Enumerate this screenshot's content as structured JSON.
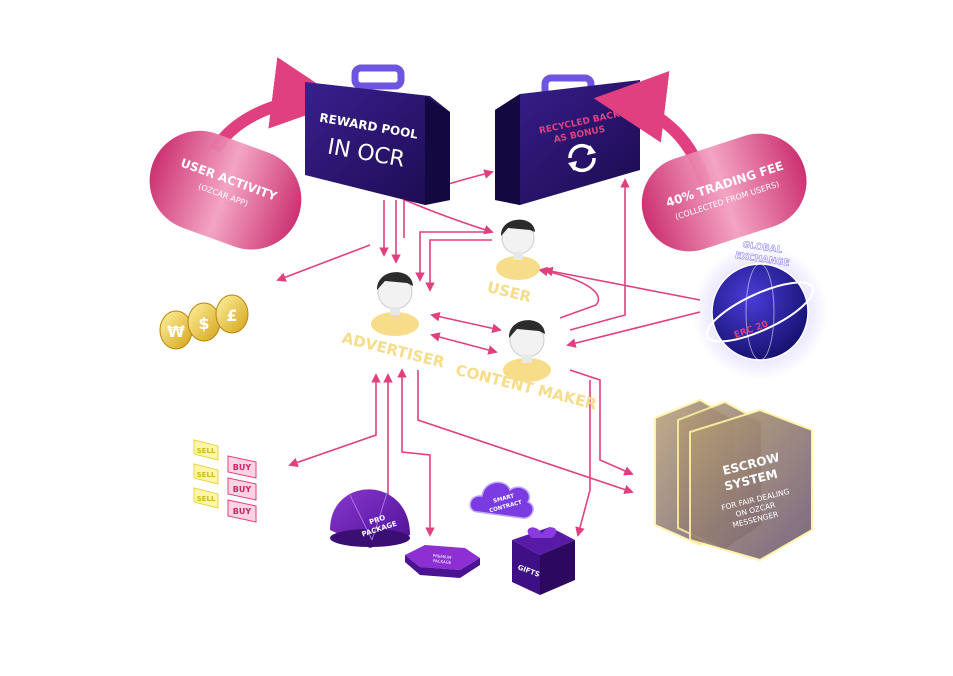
{
  "reward_pool": {
    "line1": "REWARD POOL",
    "line2": "IN OCR"
  },
  "recycled": {
    "line1": "RECYCLED BACK",
    "line2": "AS BONUS"
  },
  "user_activity": {
    "title": "USER ACTIVITY",
    "subtitle": "(OZCAR APP)"
  },
  "trading_fee": {
    "title": "40% TRADING FEE",
    "subtitle": "(COLLECTED FROM USERS)"
  },
  "exchange": {
    "line1": "GLOBAL",
    "line2": "EXCHANGE",
    "token": "ERC 20"
  },
  "roles": {
    "user": "USER",
    "advertiser": "ADVERTISER",
    "content_maker": "CONTENT MAKER"
  },
  "coins": [
    "₩",
    "$",
    "£"
  ],
  "trade_buttons": {
    "sell": "SELL",
    "buy": "BUY"
  },
  "pro_package": {
    "line1": "PRO",
    "line2": "PACKAGE"
  },
  "premium_package": {
    "line1": "PREMIUM",
    "line2": "PACKAGE"
  },
  "smart_contract": {
    "line1": "SMART",
    "line2": "CONTRACT"
  },
  "gifts": "GIFTS",
  "escrow": {
    "line1": "ESCROW",
    "line2": "SYSTEM",
    "sub1": "FOR FAIR DEALING",
    "sub2": "ON OZCAR",
    "sub3": "MESSENGER"
  },
  "colors": {
    "arrow": "#e0407f",
    "case": "#2a1670",
    "accent": "#5b3fd6",
    "role": "#f7dc8a",
    "pill": "#e65a8f"
  }
}
